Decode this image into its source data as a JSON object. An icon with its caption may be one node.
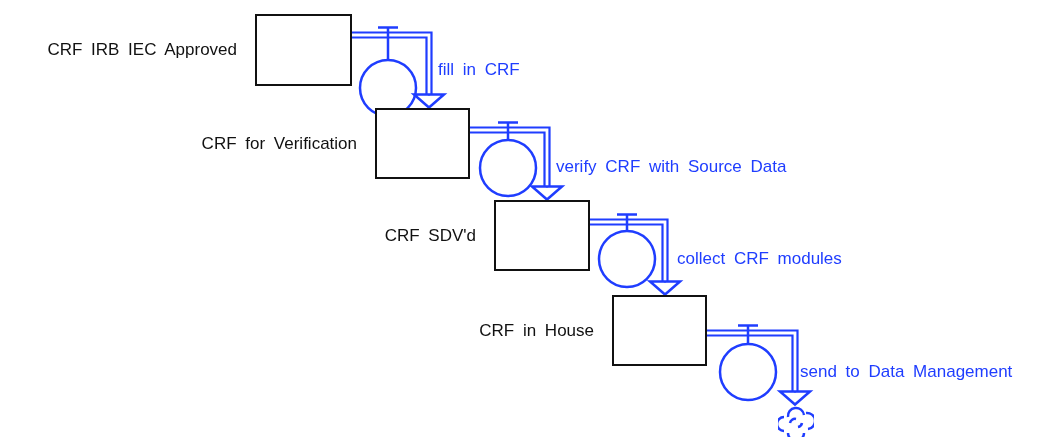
{
  "diagram": {
    "nodes": [
      {
        "text": [
          "CRF IRB IEC Approved"
        ]
      },
      {
        "text": [],
        "shape": "circle",
        "beside": [
          "fill in CRF"
        ]
      },
      {
        "text": [
          "CRF for Verification"
        ]
      },
      {
        "text": [],
        "shape": "circle",
        "beside": [
          "verify CRF with Source Data"
        ]
      },
      {
        "text": [
          "CRF SDV'd"
        ]
      },
      {
        "text": [],
        "shape": "circle",
        "beside": [
          "collect CRF modules"
        ]
      },
      {
        "text": [
          "CRF in House"
        ]
      },
      {
        "text": [],
        "shape": "circle",
        "beside": [
          "send to Data Management"
        ]
      },
      {
        "text": [],
        "shape": "cloud"
      }
    ],
    "edges": [
      {
        "from": 0,
        "to": 2,
        "arrow": "to"
      },
      {
        "from": 2,
        "to": 4,
        "arrow": "to"
      },
      {
        "from": 4,
        "to": 6,
        "arrow": "to"
      },
      {
        "from": 6,
        "to": 8,
        "arrow": "to"
      }
    ]
  }
}
